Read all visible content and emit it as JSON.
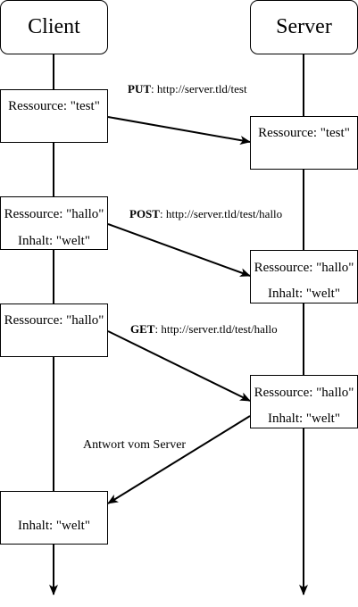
{
  "actors": {
    "client": "Client",
    "server": "Server"
  },
  "steps": [
    {
      "method": "PUT",
      "url": ": http://server.tld/test",
      "client_box": {
        "line1": "Ressource: \"test\"",
        "line2": ""
      },
      "server_box": {
        "line1": "Ressource: \"test\"",
        "line2": ""
      }
    },
    {
      "method": "POST",
      "url": ": http://server.tld/test/hallo",
      "client_box": {
        "line1": "Ressource: \"hallo\"",
        "line2": "Inhalt: \"welt\""
      },
      "server_box": {
        "line1": "Ressource: \"hallo\"",
        "line2": "Inhalt: \"welt\""
      }
    },
    {
      "method": "GET",
      "url": ": http://server.tld/test/hallo",
      "client_box": {
        "line1": "Ressource: \"hallo\"",
        "line2": ""
      },
      "server_box": {
        "line1": "Ressource: \"hallo\"",
        "line2": "Inhalt: \"welt\""
      }
    }
  ],
  "response": {
    "label": "Antwort vom Server",
    "client_box": {
      "line1": "Inhalt: \"welt\""
    }
  }
}
